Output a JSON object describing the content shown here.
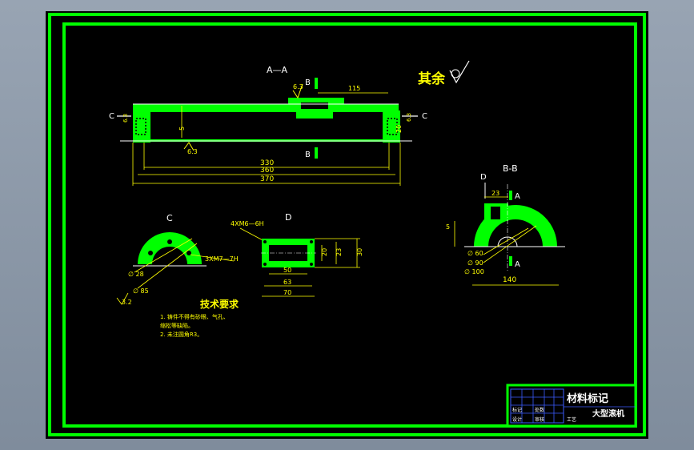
{
  "colors": {
    "sheet": "#000000",
    "border": "#00ff00",
    "dimension": "#ffff00",
    "outline": "#ffffff",
    "section_letter": "#ffffff",
    "text_yellow": "#ffff00",
    "titleblock_blue": "#3a5cff",
    "workspace": "#8a97a8"
  },
  "views": {
    "section_aa": {
      "label": "A—A",
      "cut_b_top": "B",
      "cut_b_bottom": "B",
      "cut_c_left": "C",
      "cut_c_right": "C",
      "roughness_top": "6.3",
      "roughness_left": "6.3",
      "roughness_right": "6.3",
      "roughness_bottom": "6.3",
      "dim_115": "115",
      "dim_5": "5",
      "dim_20": "20",
      "dim_330": "330",
      "dim_360": "360",
      "dim_370": "370"
    },
    "view_bb": {
      "label": "B-B",
      "arrow_d": "D",
      "cut_a_top": "A",
      "cut_a_bottom": "A",
      "dim_23": "23",
      "dim_5": "5",
      "dim_d60": "∅ 60",
      "dim_d90": "∅ 90",
      "dim_d100": "∅ 100",
      "dim_140": "140"
    },
    "view_c": {
      "label": "C",
      "dim_d28": "∅ 28",
      "dim_d85": "∅ 85",
      "dim_32": "3.2",
      "thread": "3XM7—7H"
    },
    "view_d": {
      "label": "D",
      "thread": "4XM6—6H",
      "dim_50": "50",
      "dim_63": "63",
      "dim_70": "70",
      "dim_20": "20",
      "dim_23": "23",
      "dim_30": "30"
    }
  },
  "roughness_note": "其余",
  "tech_requirements": {
    "title": "技术要求",
    "line1": "1. 铸件不得有砂眼、气孔、",
    "line2": "   缩松等缺陷。",
    "line3": "2. 未注圆角R3。"
  },
  "title_block": {
    "title1": "材料标记",
    "title2": "大型滚机",
    "small1": "标记",
    "small2": "处数",
    "small3": "设计",
    "small4": "审核",
    "small5": "工艺"
  }
}
